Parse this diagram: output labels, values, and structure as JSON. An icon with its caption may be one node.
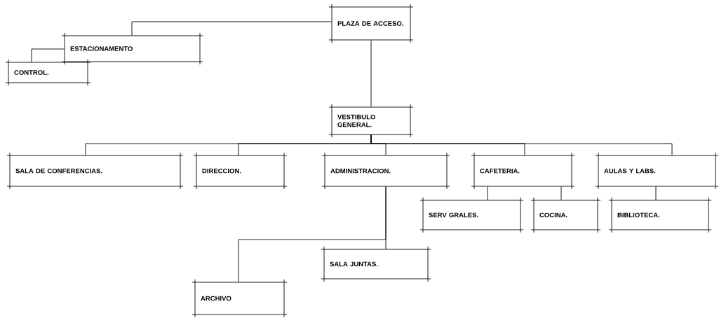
{
  "diagram": {
    "nodes": [
      {
        "text": [
          "PLAZA DE ACCESO."
        ]
      },
      {
        "text": [
          "ESTACIONAMENTO"
        ]
      },
      {
        "text": [
          "CONTROL."
        ]
      },
      {
        "text": [
          "VESTIBULO GENERAL."
        ]
      },
      {
        "text": [
          "SALA DE CONFERENCIAS."
        ]
      },
      {
        "text": [
          "DIRECCION."
        ]
      },
      {
        "text": [
          "ADMINISTRACION."
        ]
      },
      {
        "text": [
          "CAFETERIA."
        ]
      },
      {
        "text": [
          "AULAS Y LABS."
        ]
      },
      {
        "text": [
          "SERV GRALES."
        ]
      },
      {
        "text": [
          "COCINA."
        ]
      },
      {
        "text": [
          "BIBLIOTECA."
        ]
      },
      {
        "text": [
          "SALA JUNTAS."
        ]
      },
      {
        "text": [
          "ARCHIVO"
        ]
      }
    ],
    "edges": [
      {
        "from": 0,
        "to": 1,
        "arrow": "none"
      },
      {
        "from": 1,
        "to": 2,
        "arrow": "none"
      },
      {
        "from": 0,
        "to": 3,
        "arrow": "none"
      },
      {
        "from": 3,
        "to": 4,
        "arrow": "none"
      },
      {
        "from": 3,
        "to": 5,
        "arrow": "none"
      },
      {
        "from": 3,
        "to": 6,
        "arrow": "none"
      },
      {
        "from": 3,
        "to": 7,
        "arrow": "none"
      },
      {
        "from": 3,
        "to": 8,
        "arrow": "none"
      },
      {
        "from": 7,
        "to": 9,
        "arrow": "none"
      },
      {
        "from": 7,
        "to": 10,
        "arrow": "none"
      },
      {
        "from": 8,
        "to": 11,
        "arrow": "none"
      },
      {
        "from": 6,
        "to": 12,
        "arrow": "none"
      },
      {
        "from": 6,
        "to": 13,
        "arrow": "none"
      }
    ]
  }
}
